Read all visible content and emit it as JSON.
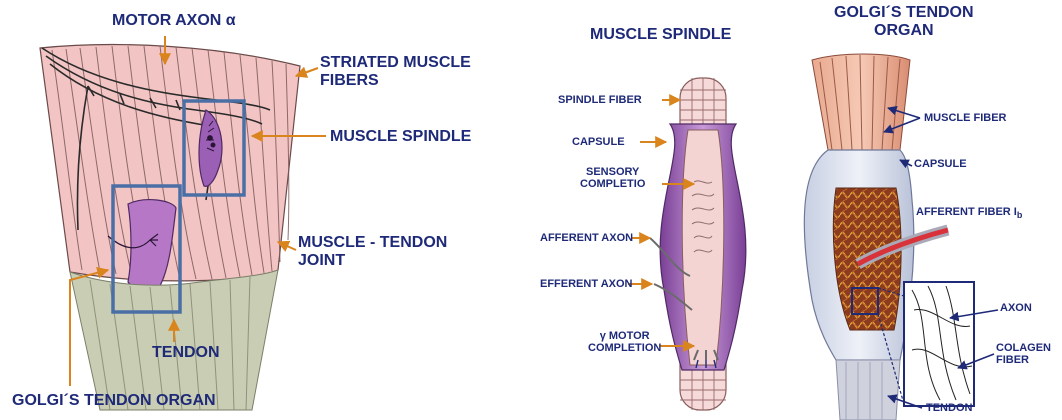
{
  "left_panel": {
    "motor_axon": "MOTOR AXON α",
    "striated_1": "STRIATED MUSCLE",
    "striated_2": "FIBERS",
    "muscle_spindle": "MUSCLE SPINDLE",
    "junction_1": "MUSCLE - TENDON",
    "junction_2": "JOINT",
    "tendon": "TENDON",
    "golgi": "GOLGI´S TENDON ORGAN"
  },
  "middle_panel": {
    "title": "MUSCLE SPINDLE",
    "spindle_fiber": "SPINDLE FIBER",
    "capsule": "CAPSULE",
    "sensory_1": "SENSORY",
    "sensory_2": "COMPLETIO",
    "afferent": "AFFERENT AXON",
    "efferent": "EFFERENT AXON",
    "gamma_1": "γ MOTOR",
    "gamma_2": "COMPLETION"
  },
  "right_panel": {
    "title_1": "GOLGI´S TENDON",
    "title_2": "ORGAN",
    "muscle_fiber": "MUSCLE FIBER",
    "capsule": "CAPSULE",
    "afferent_main": "AFFERENT FIBER I",
    "afferent_sub": "b",
    "axon": "AXON",
    "colagen_1": "COLAGEN",
    "colagen_2": "FIBER",
    "tendon": "TENDON"
  },
  "colors": {
    "label_text": "#1e2a78",
    "pointer_arrow": "#d9841c",
    "muscle_pink": "#f2c4c4",
    "spindle_purple": "#9b5fb5",
    "highlight_box": "#4a6fa5",
    "tendon_gray": "#c9cdb3"
  }
}
